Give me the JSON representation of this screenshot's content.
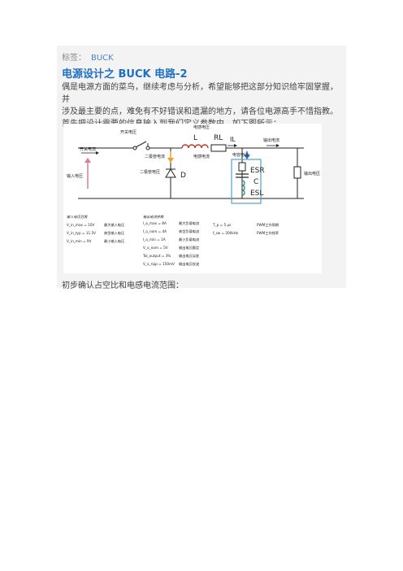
{
  "header": {
    "tag_label": "标签：",
    "tag_value": "BUCK"
  },
  "article": {
    "title": "电源设计之 BUCK 电路-2",
    "paragraph_lines": [
      "偶是电源方面的菜鸟，继续考虑与分析，希望能够把这部分知识给牢固掌握，并",
      "涉及最主要的点，难免有不好错误和遗漏的地方，请各位电源高手不惜指教。",
      "首先把设计需要的信息输入到我们定义参数中，如下图所示："
    ],
    "caption": "初步确认占空比和电感电流范围："
  },
  "diagram": {
    "labels": {
      "switch_voltage": "开关电压",
      "switch_current": "开关电流",
      "input_voltage": "输入电压",
      "inductor_voltage": "电感电压",
      "inductor_current": "电感电流",
      "output_current": "输出电流",
      "cap_current": "电容电流",
      "diode_current": "二极管电流",
      "diode_voltage": "二极管电压",
      "output_voltage": "输出电压",
      "L": "L",
      "RL": "RL",
      "IL": "IL",
      "ESR": "ESR",
      "C": "C",
      "ESL": "ESL",
      "D": "D"
    },
    "input_table": {
      "heading": "输入电压范围",
      "rows": [
        {
          "param": "V_in_max = 10V",
          "desc": "最大输入电压"
        },
        {
          "param": "V_in_typ = 11.5V",
          "desc": "典型输入电压"
        },
        {
          "param": "V_in_min = 9V",
          "desc": "最小输入电压"
        }
      ]
    },
    "output_table": {
      "heading": "输出电流参数",
      "rows": [
        {
          "param": "I_o_max = 8A",
          "desc": "最大负载电流"
        },
        {
          "param": "I_o_nom = 4A",
          "desc": "典型负载电流"
        },
        {
          "param": "I_o_min = 1A",
          "desc": "最小负载电流"
        },
        {
          "param": "V_o_nom = 5V",
          "desc": "输出电压额定"
        },
        {
          "param": "Tol_output = 3%",
          "desc": "输出电压误差"
        },
        {
          "param": "V_o_ripp = 150mV",
          "desc": "输出电压纹波"
        }
      ]
    },
    "pwm_table": {
      "rows": [
        {
          "param": "T_p = 5 μs",
          "desc": "PWM工作周期"
        },
        {
          "param": "f_sw = 200kHz",
          "desc": "PWM工作频率"
        }
      ]
    },
    "colors": {
      "inductor": "#c0392b",
      "capacitor_coil": "#1a8a8a",
      "arrow_input": "#e07a8a",
      "arrow_diode": "#f0a020",
      "arrow_out": "#2a6fd0",
      "highlight_box": "#4fa0d0"
    }
  }
}
